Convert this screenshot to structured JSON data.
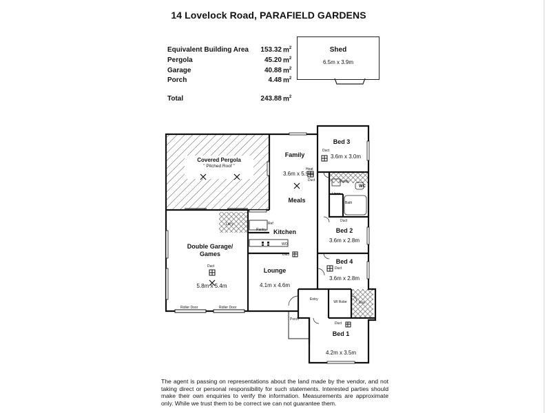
{
  "title": "14 Lovelock Road, PARAFIELD GARDENS",
  "areas": [
    {
      "label": "Equivalent Building Area",
      "value": "153.32",
      "unit": "m",
      "sup": "2"
    },
    {
      "label": "Pergola",
      "value": "45.20",
      "unit": "m",
      "sup": "2"
    },
    {
      "label": "Garage",
      "value": "40.88",
      "unit": "m",
      "sup": "2"
    },
    {
      "label": "Porch",
      "value": "4.48",
      "unit": "m",
      "sup": "2"
    }
  ],
  "total": {
    "label": "Total",
    "value": "243.88",
    "unit": "m",
    "sup": "2"
  },
  "shed": {
    "label": "Shed",
    "dims": "6.5m x 3.9m"
  },
  "rooms": {
    "bed3": {
      "name": "Bed 3",
      "dims": "3.6m x 3.0m"
    },
    "family": {
      "name": "Family",
      "dims": "3.6m x 5.9m"
    },
    "meals": {
      "name": "Meals"
    },
    "pergola": {
      "name": "Covered Pergola",
      "note": "\" Pitched Roof \""
    },
    "bed2": {
      "name": "Bed 2",
      "dims": "3.6m x 2.8m"
    },
    "kitchen": {
      "name": "Kitchen"
    },
    "garage": {
      "name": "Double Garage/",
      "name2": "Games",
      "dims": "5.8m x 5.4m"
    },
    "bed4": {
      "name": "Bed 4",
      "dims": "3.6m x 2.8m"
    },
    "lounge": {
      "name": "Lounge",
      "dims": "4.1m x 4.6m"
    },
    "bed1": {
      "name": "Bed 1",
      "dims": "4.2m x 3.5m"
    }
  },
  "small_labels": {
    "duct": "Duct",
    "heat": "Heat",
    "vanity": "Vanity",
    "wc": "WC",
    "linen": "Linen",
    "bath": "Bath",
    "ldry": "Ldr'y",
    "ref": "Ref",
    "pantry": "Pantry",
    "wo": "WO",
    "entry": "Entry",
    "porch": "Porch",
    "wirobe": "WI Robe",
    "ens": "Ens",
    "roller_door": "Roller Door"
  },
  "disclaimer": "The agent is passing on representations about the land made by the vendor, and not taking direct or personal responsibility for such statements. Interested parties should make their own enquiries to verify the information. Measurements are approximate only. While we trust them to be correct we can not guarantee them."
}
